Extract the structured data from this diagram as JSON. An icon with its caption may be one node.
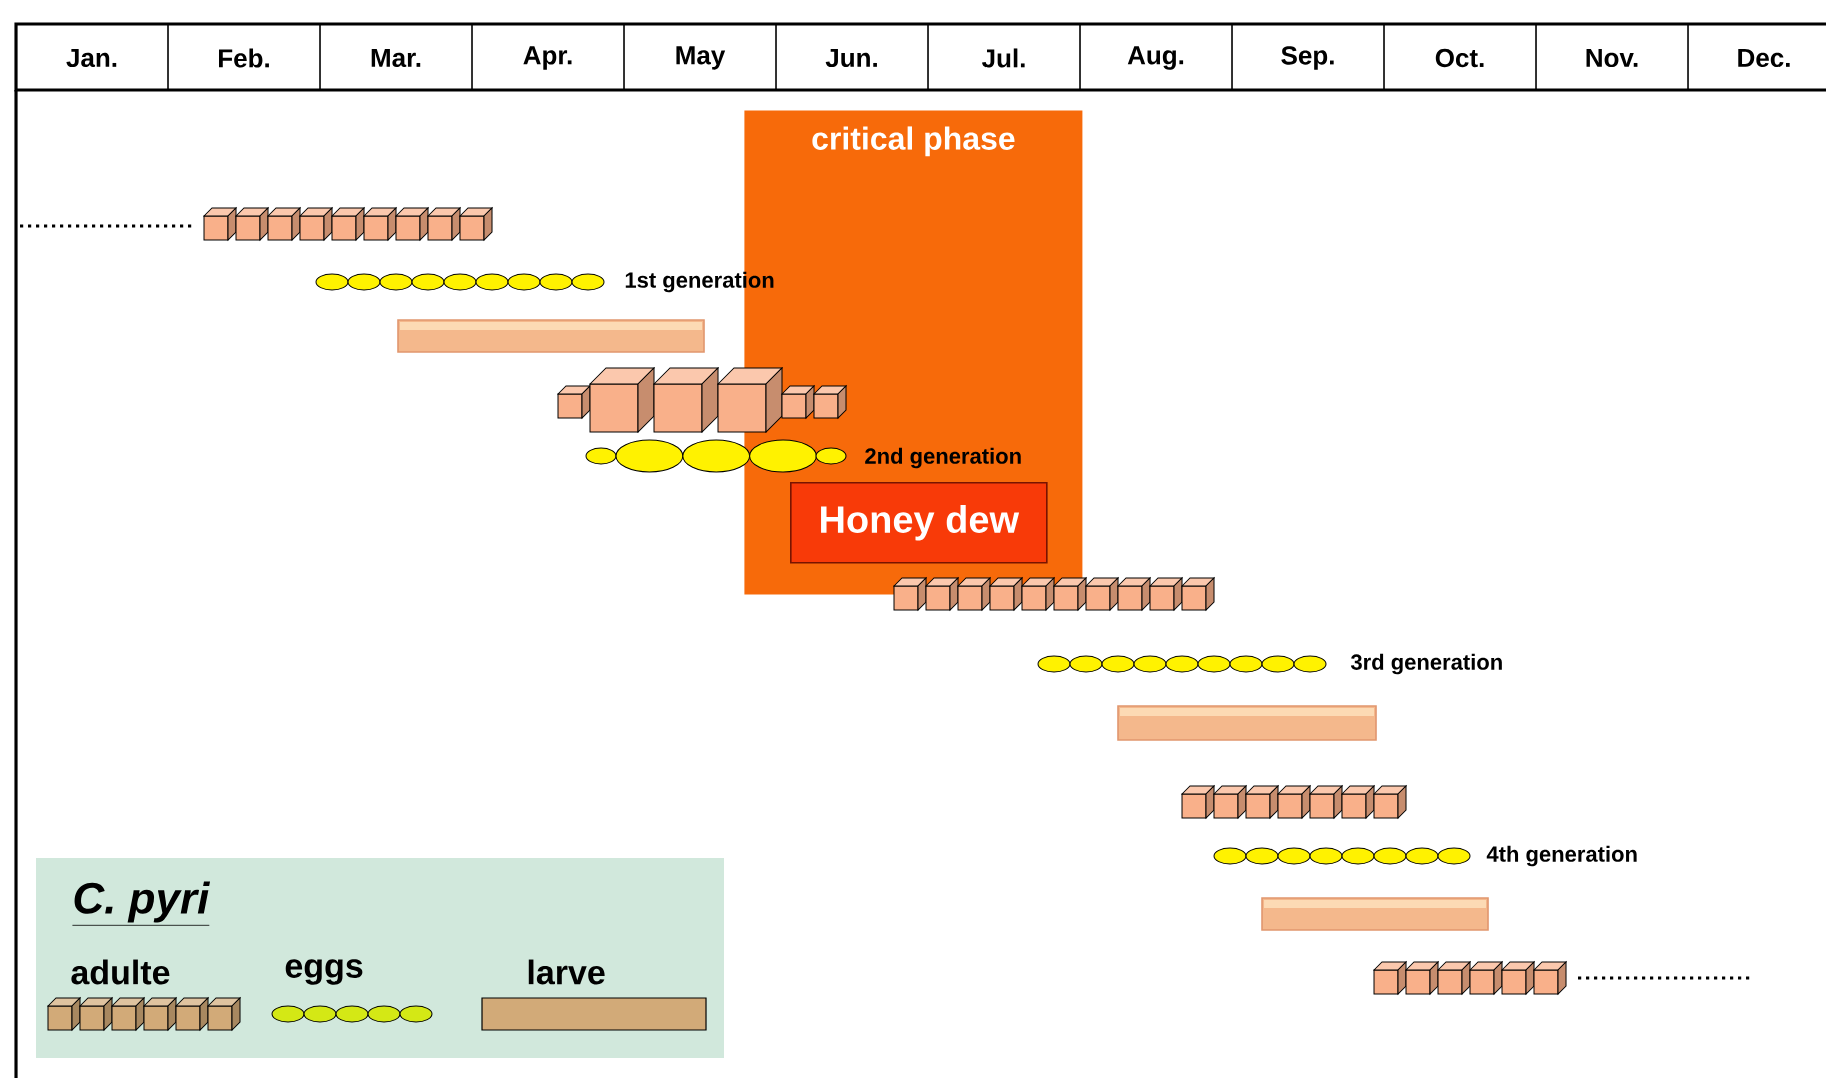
{
  "diagram": {
    "nodes": [
      {
        "text": [
          "critical phase"
        ]
      },
      {
        "text": [
          "Honey dew"
        ],
        "in": 0
      }
    ],
    "labels": [
      "Jan.",
      "Feb.",
      "Mar.",
      "Apr.",
      "May",
      "Jun.",
      "Jul.",
      "Aug.",
      "Sep.",
      "Oct.",
      "Nov.",
      "Dec.",
      "1st generation",
      "2nd generation",
      "3rd generation",
      "4th generation",
      "C. pyri"
    ],
    "legend": [
      {
        "text": "adulte"
      },
      {
        "text": "eggs"
      },
      {
        "text": "larve",
        "color": "#d2aa78"
      }
    ]
  }
}
